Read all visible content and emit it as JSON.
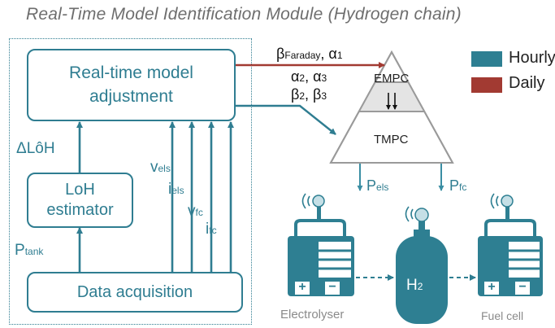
{
  "title": "Real-Time Model Identification Module (Hydrogen chain)",
  "boxes": {
    "rtma_line1": "Real-time model",
    "rtma_line2": "adjustment",
    "loh_line1": "LoH",
    "loh_line2": "estimator",
    "daq": "Data acquisition"
  },
  "signals": {
    "delta_loh": "ΔLôH",
    "p": "P",
    "tank": "tank",
    "v1": "v",
    "els1": "els",
    "i1": "i",
    "els2": "els",
    "v2": "v",
    "fc1": "fc",
    "i2": "i",
    "fc2": "fc"
  },
  "params": {
    "beta": "β",
    "faraday": "Faraday",
    "alpha1": ", α",
    "one": "1",
    "alpha2": "α",
    "two_a": "2",
    "alpha3": ", α",
    "three_a": "3",
    "beta2": "β",
    "two_b": "2",
    "beta3": ", β",
    "three_b": "3"
  },
  "pyramid": {
    "empc": "EMPC",
    "tmpc": "TMPC"
  },
  "outputs": {
    "pels_p": "P",
    "pels_sub": "els",
    "pfc_p": "P",
    "pfc_sub": "fc"
  },
  "legend": [
    {
      "label": "Hourly",
      "color": "#2e7f92"
    },
    {
      "label": "Daily",
      "color": "#a23a32"
    }
  ],
  "devices": {
    "electrolyser": "Electrolyser",
    "fuel_cell": "Fuel cell",
    "h2": "H",
    "h2_sub": "2",
    "plus": "+",
    "minus": "−"
  },
  "colors": {
    "teal": "#2f7d91",
    "red": "#a23a32",
    "grey": "#9a9a9a"
  }
}
